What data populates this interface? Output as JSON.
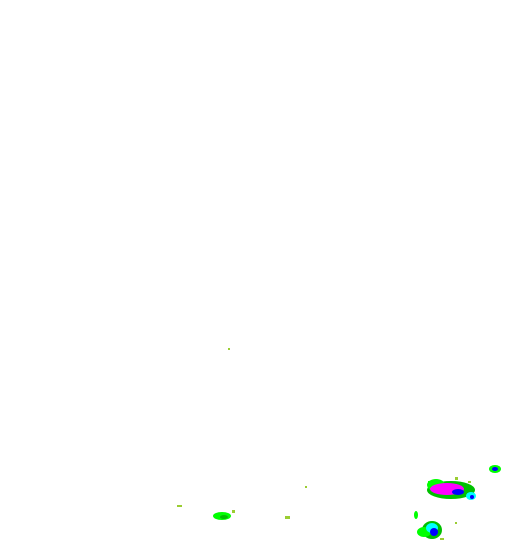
{
  "map": {
    "kind": "precipitation-radar-overlay",
    "background_color": "#ffffff",
    "echo_colors": {
      "trace": "#9acd32",
      "light": "#00ff00",
      "moderate": "#00c000",
      "heavy": "#0000ff",
      "very_heavy": "#00ffff",
      "intense": "#ff00ff"
    },
    "echo_cells": [
      "echo-cell-main-southeast",
      "echo-cell-far-east",
      "echo-cell-south-east-corner",
      "echo-cell-south-center",
      "echo-cell-south-small",
      "echo-cell-trace"
    ]
  }
}
